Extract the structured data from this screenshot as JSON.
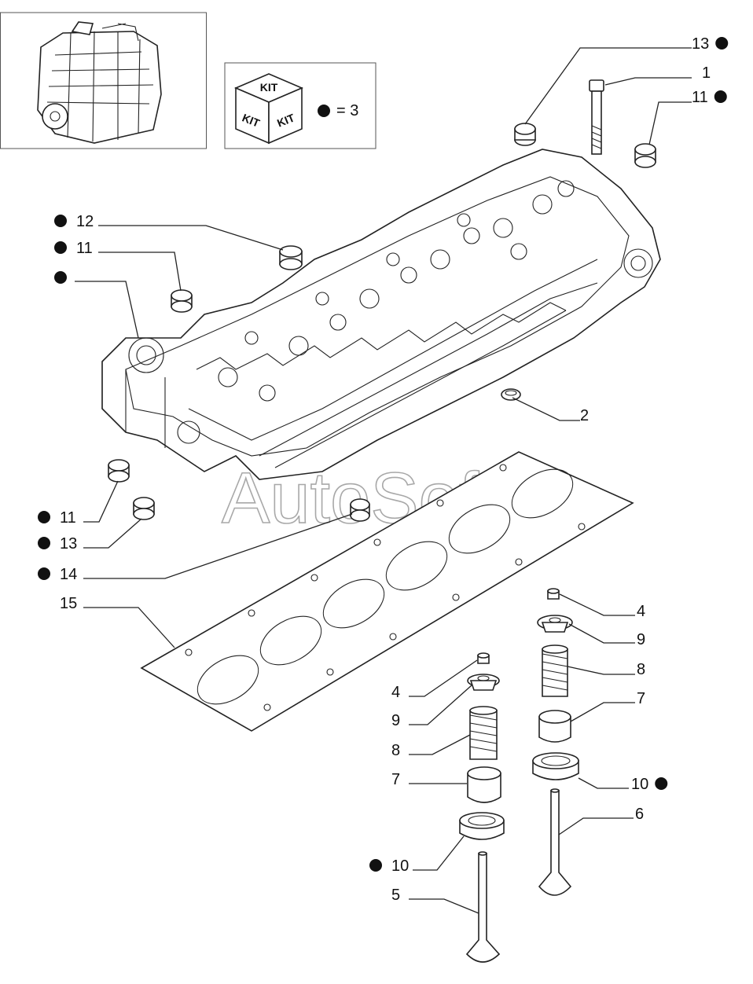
{
  "kit_box": {
    "label_top": "KIT",
    "label_left": "KIT",
    "label_right": "KIT",
    "legend_text": "= 3"
  },
  "watermark": "AutoSoft",
  "callouts": [
    {
      "id": "c13a",
      "text": "13",
      "dot": "after"
    },
    {
      "id": "c1",
      "text": "1",
      "dot": "none"
    },
    {
      "id": "c11a",
      "text": "11",
      "dot": "after"
    },
    {
      "id": "c12",
      "text": "12",
      "dot": "before"
    },
    {
      "id": "c11b",
      "text": "11",
      "dot": "before"
    },
    {
      "id": "cdot",
      "text": "",
      "dot": "before"
    },
    {
      "id": "c2",
      "text": "2",
      "dot": "none"
    },
    {
      "id": "c11c",
      "text": "11",
      "dot": "before"
    },
    {
      "id": "c13b",
      "text": "13",
      "dot": "before"
    },
    {
      "id": "c14",
      "text": "14",
      "dot": "before"
    },
    {
      "id": "c15",
      "text": "15",
      "dot": "none"
    },
    {
      "id": "c4a",
      "text": "4",
      "dot": "none"
    },
    {
      "id": "c9a",
      "text": "9",
      "dot": "none"
    },
    {
      "id": "c8a",
      "text": "8",
      "dot": "none"
    },
    {
      "id": "c7a",
      "text": "7",
      "dot": "none"
    },
    {
      "id": "c10a",
      "text": "10",
      "dot": "after"
    },
    {
      "id": "c6",
      "text": "6",
      "dot": "none"
    },
    {
      "id": "c4b",
      "text": "4",
      "dot": "none"
    },
    {
      "id": "c9b",
      "text": "9",
      "dot": "none"
    },
    {
      "id": "c8b",
      "text": "8",
      "dot": "none"
    },
    {
      "id": "c7b",
      "text": "7",
      "dot": "none"
    },
    {
      "id": "c10b",
      "text": "10",
      "dot": "before"
    },
    {
      "id": "c5",
      "text": "5",
      "dot": "none"
    }
  ]
}
